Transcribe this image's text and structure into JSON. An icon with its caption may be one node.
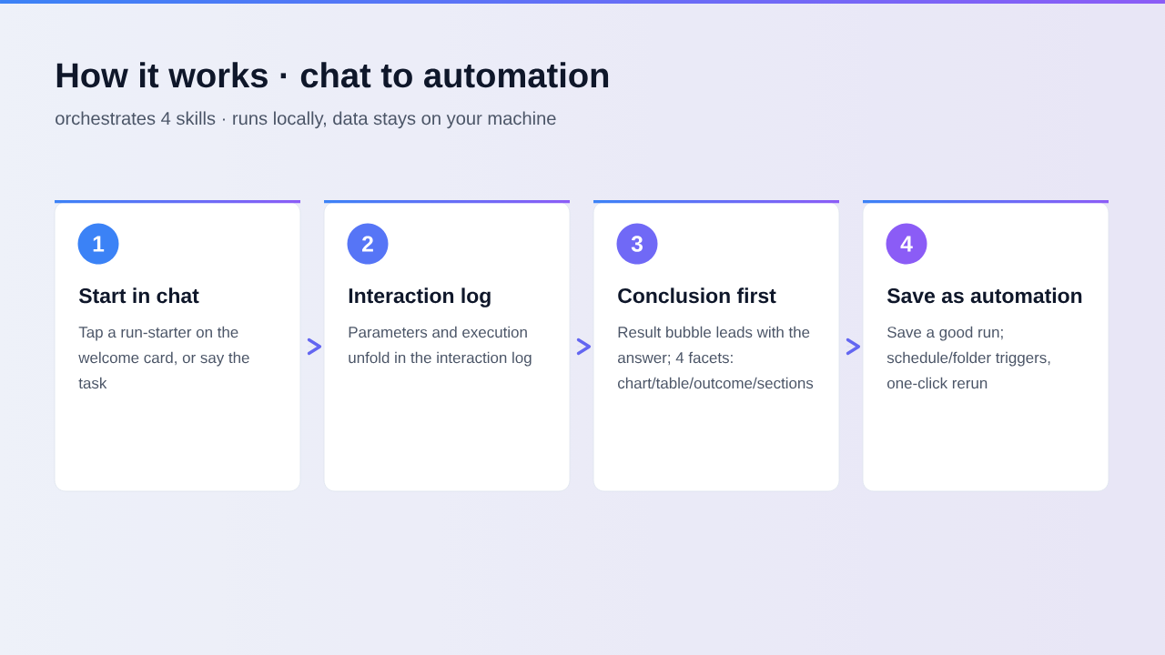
{
  "diagram": {
    "title": "How it works · chat to automation",
    "nodes": [
      {
        "text": [
          "Start in chat",
          "Tap a run-starter on the welcome card, or say the task"
        ]
      },
      {
        "text": [
          "1"
        ],
        "in": 0
      },
      {
        "text": [
          "Interaction log",
          "Parameters and execution unfold in the interaction log"
        ]
      },
      {
        "text": [
          "2"
        ],
        "in": 2
      },
      {
        "text": [
          "Conclusion first",
          "Result bubble leads with the answer; 4 facets: chart/table/outcome/sections"
        ]
      },
      {
        "text": [
          "3"
        ],
        "in": 4
      },
      {
        "text": [
          "Save as automation",
          "Save a good run; schedule/folder triggers, one-click rerun"
        ]
      },
      {
        "text": [
          "4"
        ],
        "in": 6
      }
    ],
    "edges": [
      {
        "from": 0,
        "to": 2,
        "arrow": "to"
      },
      {
        "from": 2,
        "to": 4,
        "arrow": "to"
      },
      {
        "from": 4,
        "to": 6,
        "arrow": "to"
      }
    ],
    "labels": [
      "orchestrates 4 skills · runs locally, data stays on your machine"
    ]
  }
}
